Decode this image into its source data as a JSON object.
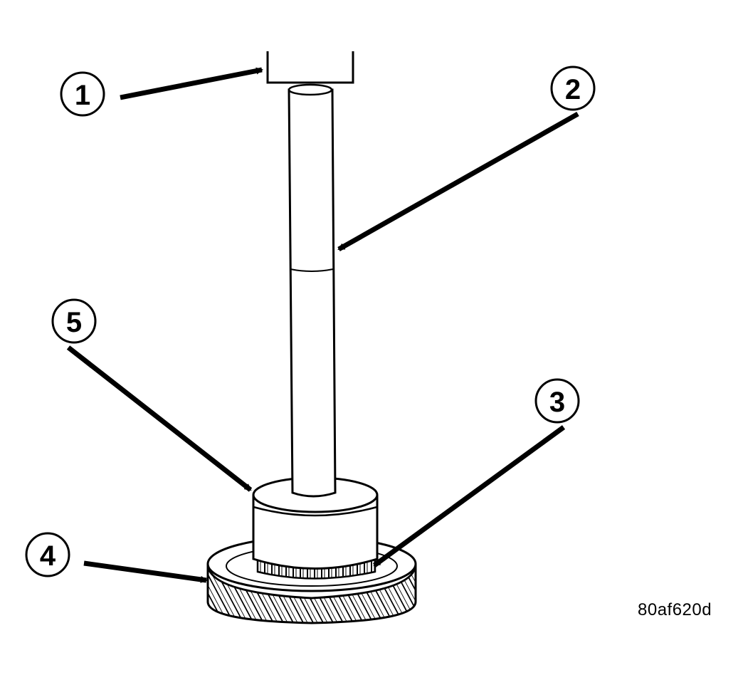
{
  "figure_id": "80af620d",
  "callouts": [
    {
      "number": "1",
      "target": "press-ram"
    },
    {
      "number": "2",
      "target": "driver-handle"
    },
    {
      "number": "3",
      "target": "bearing"
    },
    {
      "number": "4",
      "target": "gear"
    },
    {
      "number": "5",
      "target": "installer-tool"
    }
  ],
  "colors": {
    "line": "#000000",
    "background": "#ffffff"
  }
}
